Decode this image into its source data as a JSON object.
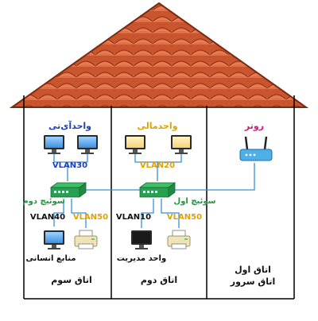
{
  "rooms": {
    "left": {
      "name": "اتاق سوم"
    },
    "middle": {
      "name": "اتاق دوم"
    },
    "right": {
      "line1": "اتاق اول",
      "line2": "اتاق سرور"
    }
  },
  "departments": {
    "it": {
      "label": "واحدآی‌تی",
      "color": "#1f3fbf"
    },
    "finance": {
      "label": "واحدمالی",
      "color": "#e0a200"
    },
    "router": {
      "label": "روتر",
      "color": "#e0107a"
    }
  },
  "switches": {
    "second": {
      "label": "سوئیچ دوم",
      "color": "#1a9a3a"
    },
    "first": {
      "label": "سوئیچ اول",
      "color": "#1a9a3a"
    }
  },
  "vlans": {
    "vlan30_left": {
      "label": "VLAN30",
      "color": "#1f3fbf"
    },
    "vlan20_mid": {
      "label": "VLAN20",
      "color": "#e0a200"
    },
    "vlan40_left": {
      "label": "VLAN40",
      "color": "#111111"
    },
    "vlan50_left": {
      "label": "VLAN50",
      "color": "#e0a200"
    },
    "vlan10_mid": {
      "label": "VLAN10",
      "color": "#111111"
    },
    "vlan50_mid": {
      "label": "VLAN50",
      "color": "#e0a200"
    }
  },
  "devices": {
    "hr": {
      "label": "منابع انسانی"
    },
    "management": {
      "label": "واحد مدیریت"
    }
  },
  "icons": [
    "roof-tiles",
    "monitor-icon",
    "switch-icon",
    "printer-icon",
    "router-icon"
  ],
  "colors": {
    "roof": "#c9552e",
    "roof_dark": "#8a2f14",
    "cable": "#3a8fd8",
    "wall": "#000000"
  }
}
